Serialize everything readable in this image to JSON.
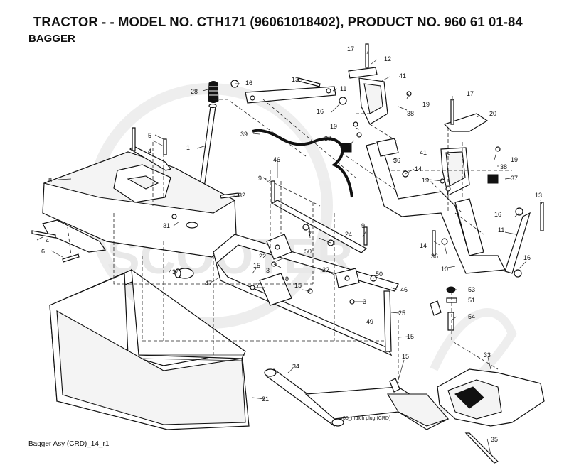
{
  "header": {
    "title": "TRACTOR - - MODEL NO. CTH171 (96061018402), PRODUCT NO. 960 61 01-84",
    "subtitle": "BAGGER"
  },
  "footer": {
    "reference": "Bagger Asy (CRD)_14_r1"
  },
  "annotations": {
    "mulch_plug_note": "36_mulch plug (CRD)"
  },
  "watermark": {
    "text": "SCOOTER"
  },
  "callouts": {
    "c1": "1",
    "c3a": "3",
    "c3b": "3",
    "c4a": "4",
    "c4b": "4",
    "c5": "5",
    "c6": "6",
    "c7a": "7",
    "c7b": "7",
    "c8": "8",
    "c9": "9",
    "c10": "10",
    "c11a": "11",
    "c11b": "11",
    "c12": "12",
    "c13a": "13",
    "c13b": "13",
    "c14a": "14",
    "c14b": "14",
    "c15a": "15",
    "c15b": "15",
    "c15c": "15",
    "c15d": "15",
    "c16a": "16",
    "c16b": "16",
    "c16c": "16",
    "c16d": "16",
    "c17a": "17",
    "c17b": "17",
    "c19a": "19",
    "c19b": "19",
    "c19c": "19",
    "c19d": "19",
    "c20": "20",
    "c21": "21",
    "c22a": "22",
    "c22b": "22",
    "c24": "24",
    "c25": "25",
    "c28": "28",
    "c31": "31",
    "c32": "32",
    "c33": "33",
    "c34": "34",
    "c35": "35",
    "c36a": "36",
    "c36b": "36",
    "c37a": "37",
    "c37b": "37",
    "c38a": "38",
    "c38b": "38",
    "c39": "39",
    "c41a": "41",
    "c41b": "41",
    "c43": "43",
    "c46a": "46",
    "c46b": "46",
    "c47": "47",
    "c49a": "49",
    "c49b": "49",
    "c50a": "50",
    "c50b": "50",
    "c51": "51",
    "c53": "53",
    "c54": "54"
  }
}
